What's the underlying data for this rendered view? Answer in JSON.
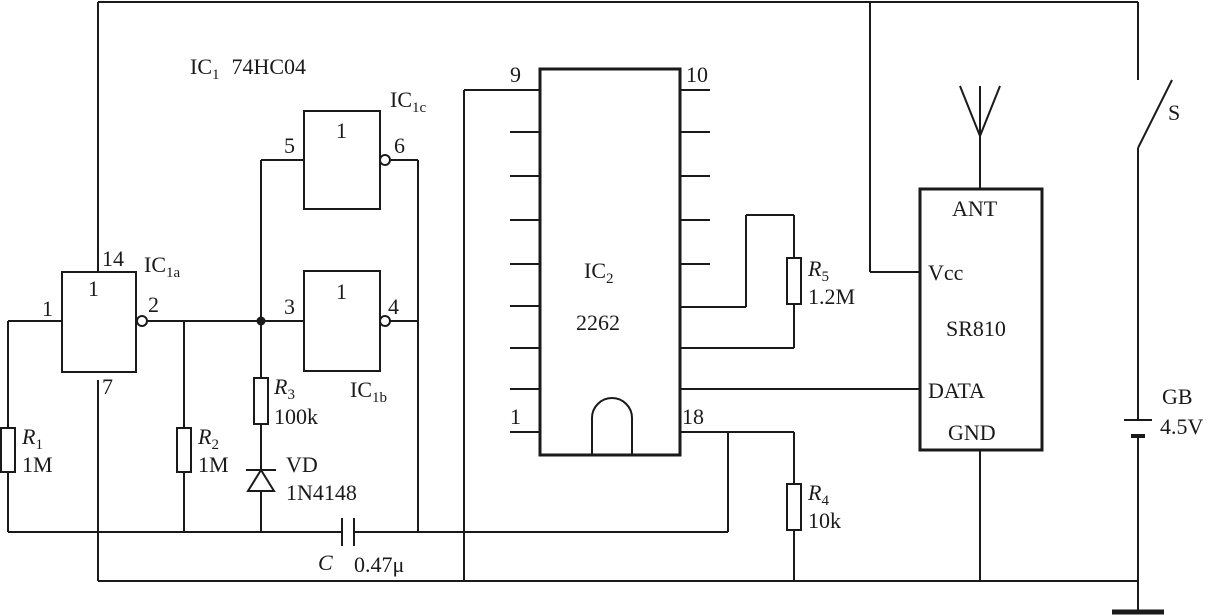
{
  "ic1": {
    "name": "IC",
    "sub": "1",
    "part": "74HC04"
  },
  "gates": [
    {
      "id": "a",
      "sym": "1",
      "name": "IC",
      "sub": "1a",
      "in_pin": "1",
      "out_pin": "2",
      "vcc_pin": "14",
      "gnd_pin": "7"
    },
    {
      "id": "b",
      "sym": "1",
      "name": "IC",
      "sub": "1b",
      "in_pin": "3",
      "out_pin": "4"
    },
    {
      "id": "c",
      "sym": "1",
      "name": "IC",
      "sub": "1c",
      "in_pin": "5",
      "out_pin": "6"
    }
  ],
  "ic2": {
    "name": "IC",
    "sub": "2",
    "part": "2262",
    "pin_top_left": "9",
    "pin_top_right": "10",
    "pin_bottom_left": "1",
    "pin_bottom_right": "18"
  },
  "resistors": [
    {
      "id": "R1",
      "letter": "R",
      "sub": "1",
      "value": "1M"
    },
    {
      "id": "R2",
      "letter": "R",
      "sub": "2",
      "value": "1M"
    },
    {
      "id": "R3",
      "letter": "R",
      "sub": "3",
      "value": "100k"
    },
    {
      "id": "R4",
      "letter": "R",
      "sub": "4",
      "value": "10k"
    },
    {
      "id": "R5",
      "letter": "R",
      "sub": "5",
      "value": "1.2M"
    }
  ],
  "diode": {
    "name": "VD",
    "part": "1N4148"
  },
  "capacitor": {
    "name": "C",
    "value": "0.47μ"
  },
  "module": {
    "name": "SR810",
    "ant": "ANT",
    "vcc": "Vcc",
    "data": "DATA",
    "gnd": "GND"
  },
  "battery": {
    "name": "GB",
    "value": "4.5V"
  },
  "switch": {
    "name": "S"
  }
}
